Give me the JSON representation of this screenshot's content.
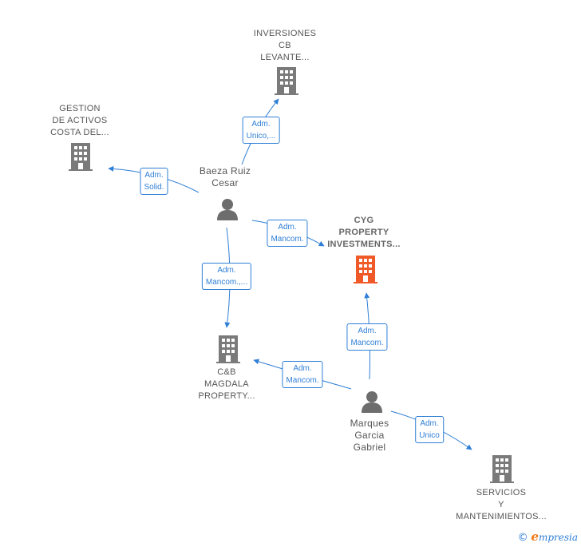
{
  "colors": {
    "edge": "#2f7fd6",
    "company": "#7a7a7a",
    "focus": "#f05a28",
    "person": "#6d6d6d"
  },
  "nodes": {
    "inversiones": {
      "lines": [
        "INVERSIONES",
        "CB",
        "LEVANTE..."
      ],
      "icon": "building-icon"
    },
    "gestion": {
      "lines": [
        "GESTION",
        "DE ACTIVOS",
        "COSTA DEL..."
      ],
      "icon": "building-icon"
    },
    "cyg": {
      "lines": [
        "CYG",
        "PROPERTY",
        "INVESTMENTS..."
      ],
      "icon": "building-icon"
    },
    "cb": {
      "lines": [
        "C&B",
        "MAGDALA",
        "PROPERTY..."
      ],
      "icon": "building-icon"
    },
    "servicios": {
      "lines": [
        "SERVICIOS",
        "Y",
        "MANTENIMIENTOS..."
      ],
      "icon": "building-icon"
    },
    "baeza": {
      "lines": [
        "Baeza Ruiz",
        "Cesar"
      ],
      "icon": "person-icon"
    },
    "marques": {
      "lines": [
        "Marques",
        "Garcia",
        "Gabriel"
      ],
      "icon": "person-icon"
    }
  },
  "edges": {
    "baeza_inversiones": [
      "Adm.",
      "Unico,..."
    ],
    "baeza_gestion": [
      "Adm.",
      "Solid."
    ],
    "baeza_cyg": [
      "Adm.",
      "Mancom."
    ],
    "baeza_cb": [
      "Adm.",
      "Mancom.,..."
    ],
    "marques_cyg": [
      "Adm.",
      "Mancom."
    ],
    "marques_cb": [
      "Adm.",
      "Mancom."
    ],
    "marques_servicios": [
      "Adm.",
      "Unico"
    ]
  },
  "footer": {
    "copyright": "©",
    "brand_e": "e",
    "brand_rest": "mpresia"
  }
}
